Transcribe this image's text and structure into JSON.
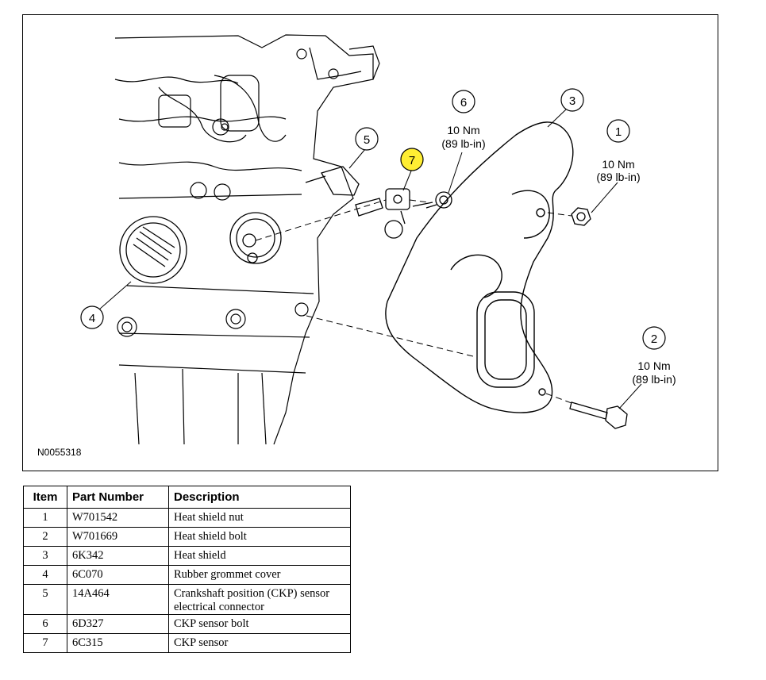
{
  "figure": {
    "id": "N0055318",
    "callouts": [
      {
        "number": "1",
        "torque": [
          "10 Nm",
          "(89 lb-in)"
        ]
      },
      {
        "number": "2",
        "torque": [
          "10 Nm",
          "(89 lb-in)"
        ]
      },
      {
        "number": "3",
        "torque": []
      },
      {
        "number": "4",
        "torque": []
      },
      {
        "number": "5",
        "torque": []
      },
      {
        "number": "6",
        "torque": [
          "10 Nm",
          "(89 lb-in)"
        ]
      },
      {
        "number": "7",
        "torque": [],
        "highlight": "#ffee33"
      }
    ]
  },
  "table": {
    "headers": [
      "Item",
      "Part Number",
      "Description"
    ],
    "rows": [
      {
        "item": "1",
        "part_number": "W701542",
        "description": "Heat shield nut"
      },
      {
        "item": "2",
        "part_number": "W701669",
        "description": "Heat shield bolt"
      },
      {
        "item": "3",
        "part_number": "6K342",
        "description": "Heat shield"
      },
      {
        "item": "4",
        "part_number": "6C070",
        "description": "Rubber grommet cover"
      },
      {
        "item": "5",
        "part_number": "14A464",
        "description": "Crankshaft position (CKP) sensor electrical connector"
      },
      {
        "item": "6",
        "part_number": "6D327",
        "description": "CKP sensor bolt"
      },
      {
        "item": "7",
        "part_number": "6C315",
        "description": "CKP sensor"
      }
    ]
  }
}
